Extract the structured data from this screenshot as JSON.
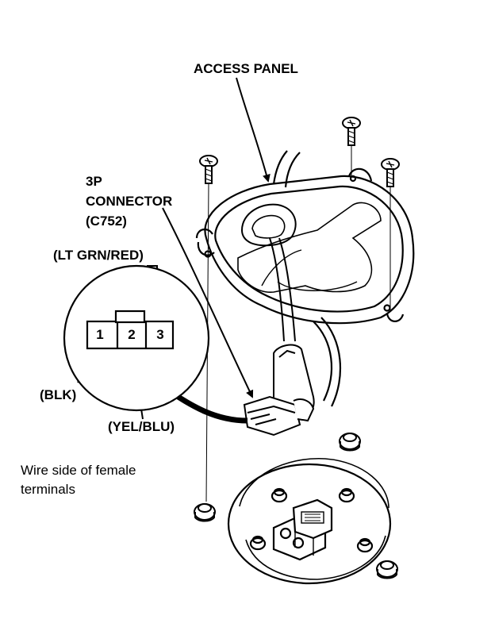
{
  "labels": {
    "access_panel": "ACCESS PANEL",
    "connector_line1": "3P",
    "connector_line2": "CONNECTOR",
    "connector_line3": "(C752)",
    "lt_grn_red": "(LT GRN/RED)",
    "blk": "(BLK)",
    "yel_blu": "(YEL/BLU)",
    "wire_side_line1": "Wire side of female",
    "wire_side_line2": "terminals"
  },
  "pins": [
    "1",
    "2",
    "3"
  ]
}
